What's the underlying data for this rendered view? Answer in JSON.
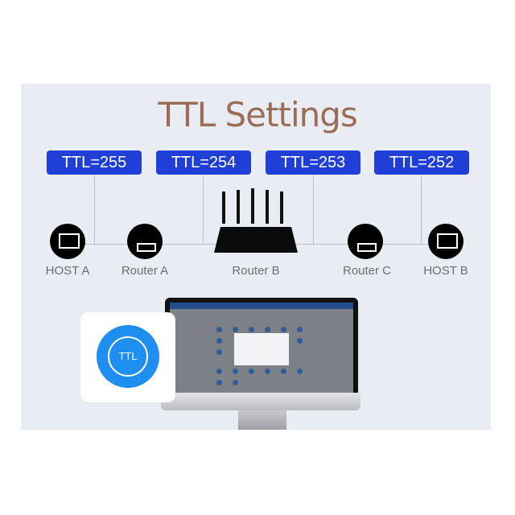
{
  "title": "TTL Settings",
  "ttl_labels": [
    "TTL=255",
    "TTL=254",
    "TTL=253",
    "TTL=252"
  ],
  "nodes": [
    {
      "label": "HOST A",
      "type": "host"
    },
    {
      "label": "Router A",
      "type": "router"
    },
    {
      "label": "Router B",
      "type": "main-router"
    },
    {
      "label": "Router C",
      "type": "router"
    },
    {
      "label": "HOST B",
      "type": "host"
    }
  ],
  "app_icon": {
    "text": "TTL",
    "color": "#1e8ff0"
  },
  "colors": {
    "title": "#9a6d57",
    "ttl_box": "#1f3fd6",
    "background": "#e9edf3"
  }
}
